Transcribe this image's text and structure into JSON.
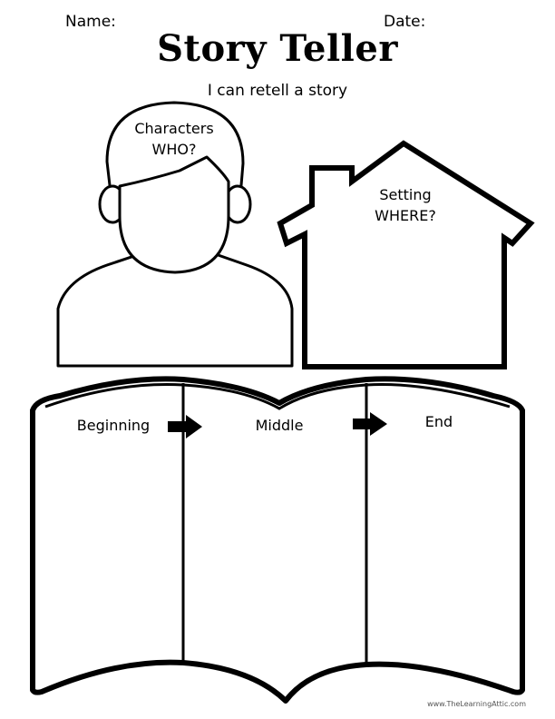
{
  "header": {
    "name_label": "Name:",
    "date_label": "Date:",
    "title": "Story Teller",
    "subtitle": "I can retell a story"
  },
  "characters": {
    "line1": "Characters",
    "line2": "WHO?"
  },
  "setting": {
    "line1": "Setting",
    "line2": "WHERE?"
  },
  "book": {
    "beginning": "Beginning",
    "middle": "Middle",
    "end": "End"
  },
  "footer": {
    "credit": "www.TheLearningAttic.com"
  },
  "icons": {
    "person": "person-outline-icon",
    "house": "house-outline-icon",
    "book": "open-book-icon",
    "arrow": "arrow-right-icon"
  }
}
